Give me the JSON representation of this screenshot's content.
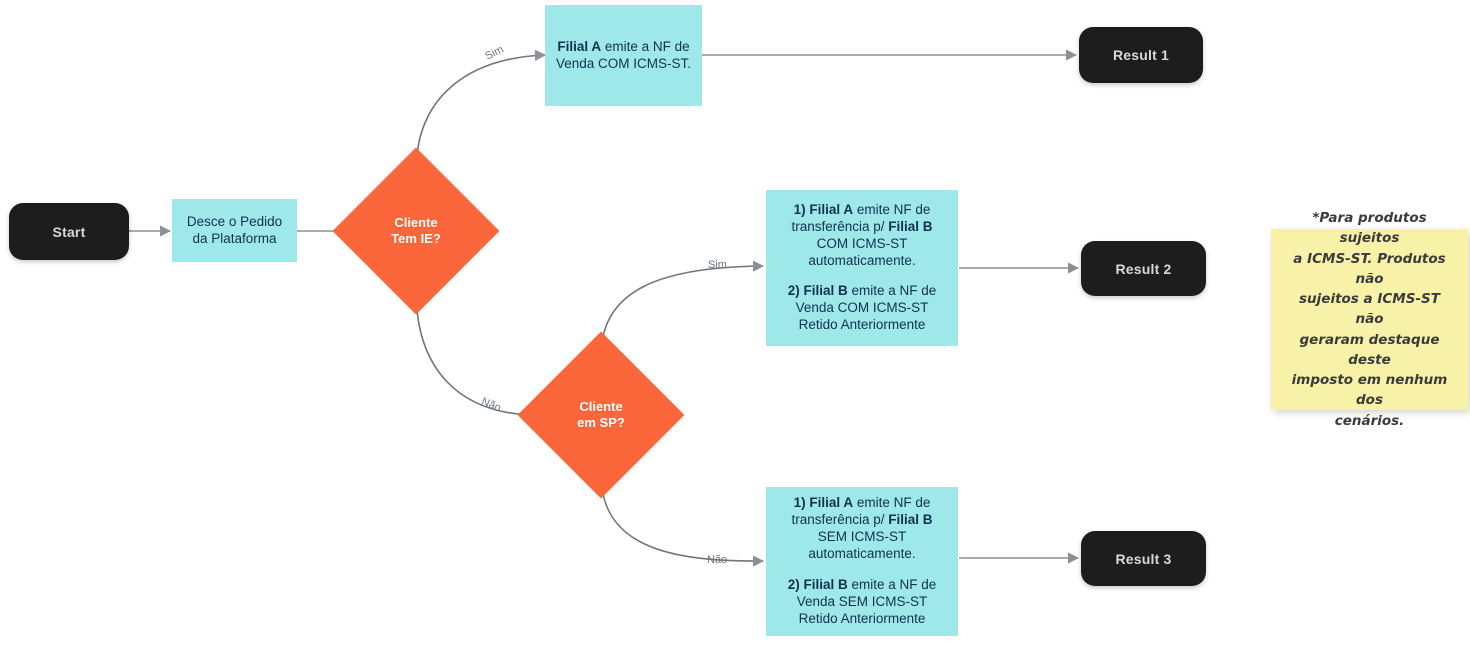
{
  "diagram": {
    "title": "Fluxo de emissao de NF com ICMS-ST",
    "colors": {
      "process_fill": "#9ee8ea",
      "process_text": "#12314f",
      "decision_fill": "#fb663a",
      "decision_text": "#ffffff",
      "terminator_fill": "#1d1d1d",
      "terminator_text": "#d8d8d8",
      "note_fill": "#f7f2a8",
      "note_text": "#3b3b3b",
      "edge_stroke": "#6b7280",
      "background": "#ffffff"
    },
    "nodes": {
      "start": {
        "label": "Start"
      },
      "desce_pedido": {
        "line1": "Desce o Pedido",
        "line2": "da Plataforma"
      },
      "decision_ie": {
        "line1": "Cliente",
        "line2": "Tem IE?"
      },
      "decision_sp": {
        "line1": "Cliente",
        "line2": "em SP?"
      },
      "filial_a_venda": {
        "bold1": "Filial A",
        "rest1": " emite a NF de",
        "line2": "Venda COM ICMS-ST."
      },
      "transfer_com_st": {
        "p1_b1": "1) Filial A",
        "p1_r1": " emite NF de",
        "p1_l2a": "transferência p/ ",
        "p1_l2b": "Filial B",
        "p1_l3": "COM ICMS-ST",
        "p1_l4": "automaticamente.",
        "p2_b1": "2) Filial B",
        "p2_r1": " emite a NF de",
        "p2_l2": "Venda COM ICMS-ST",
        "p2_l3": "Retido Anteriormente"
      },
      "transfer_sem_st": {
        "p1_b1": "1) Filial A",
        "p1_r1": " emite NF de",
        "p1_l2a": "transferência p/ ",
        "p1_l2b": "Filial B",
        "p1_l3": "SEM ICMS-ST",
        "p1_l4": "automaticamente.",
        "p2_b1": "2) Filial B",
        "p2_r1": " emite a NF de",
        "p2_l2": "Venda SEM ICMS-ST",
        "p2_l3": "Retido Anteriormente"
      },
      "result1": {
        "label": "Result 1"
      },
      "result2": {
        "label": "Result 2"
      },
      "result3": {
        "label": "Result 3"
      }
    },
    "edge_labels": {
      "ie_sim": "Sim",
      "ie_nao": "Não",
      "sp_sim": "Sim",
      "sp_nao": "Não"
    },
    "note": {
      "l1": "*Para produtos sujeitos",
      "l2": "a ICMS-ST. Produtos não",
      "l3": "sujeitos a ICMS-ST não",
      "l4": "geraram destaque deste",
      "l5": "imposto em nenhum dos",
      "l6": "cenários."
    }
  }
}
